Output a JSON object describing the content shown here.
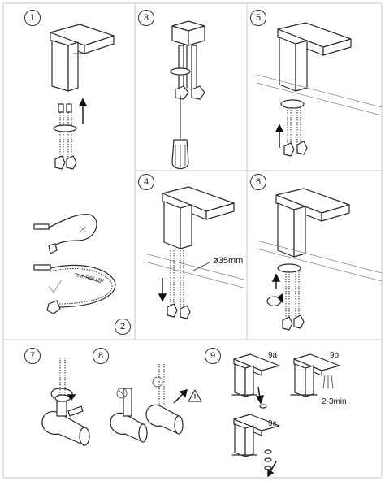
{
  "steps": {
    "s1": "1",
    "s2": "2",
    "s3": "3",
    "s4": "4",
    "s5": "5",
    "s6": "6",
    "s7": "7",
    "s8": "8",
    "s9": "9",
    "s9a": "9a",
    "s9b": "9b",
    "s9c": "9c"
  },
  "labels": {
    "hole_diameter": "ø35mm",
    "min_bend": "min R60 MM",
    "flow_time": "2-3min"
  },
  "icons": {
    "wrong": "cross-icon",
    "right": "check-icon",
    "warning": "warning-triangle-icon",
    "no_tool": "no-tool-icon"
  }
}
